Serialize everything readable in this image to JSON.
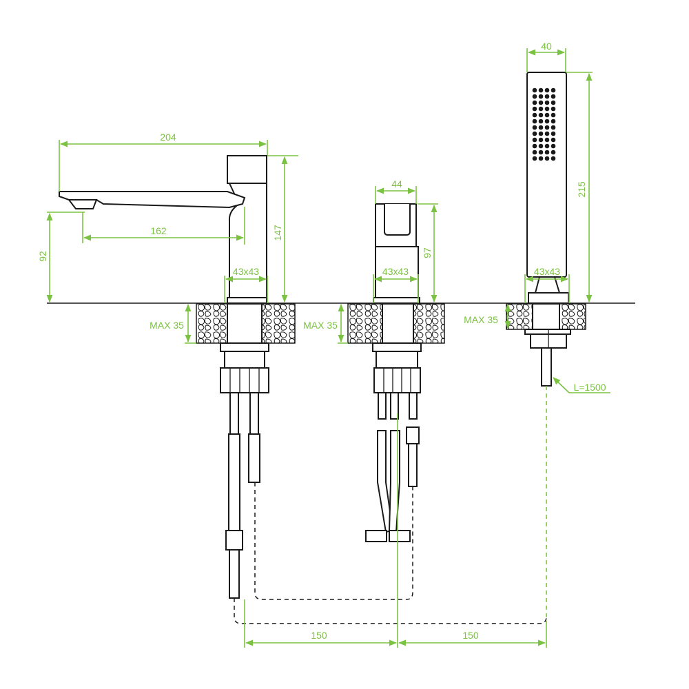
{
  "colors": {
    "dimension": "#7cc242",
    "outline": "#1a1a1a"
  },
  "spout": {
    "width": "204",
    "height": "147",
    "outlet_height": "92",
    "reach": "162",
    "base": "43x43",
    "max_thickness": "MAX 35"
  },
  "mixer": {
    "width": "44",
    "height": "97",
    "base": "43x43",
    "max_thickness": "MAX 35"
  },
  "shower": {
    "width": "40",
    "height": "215",
    "base": "43x43",
    "max_thickness": "MAX 35",
    "hose_length": "L=1500"
  },
  "spacing": {
    "left": "150",
    "right": "150"
  }
}
